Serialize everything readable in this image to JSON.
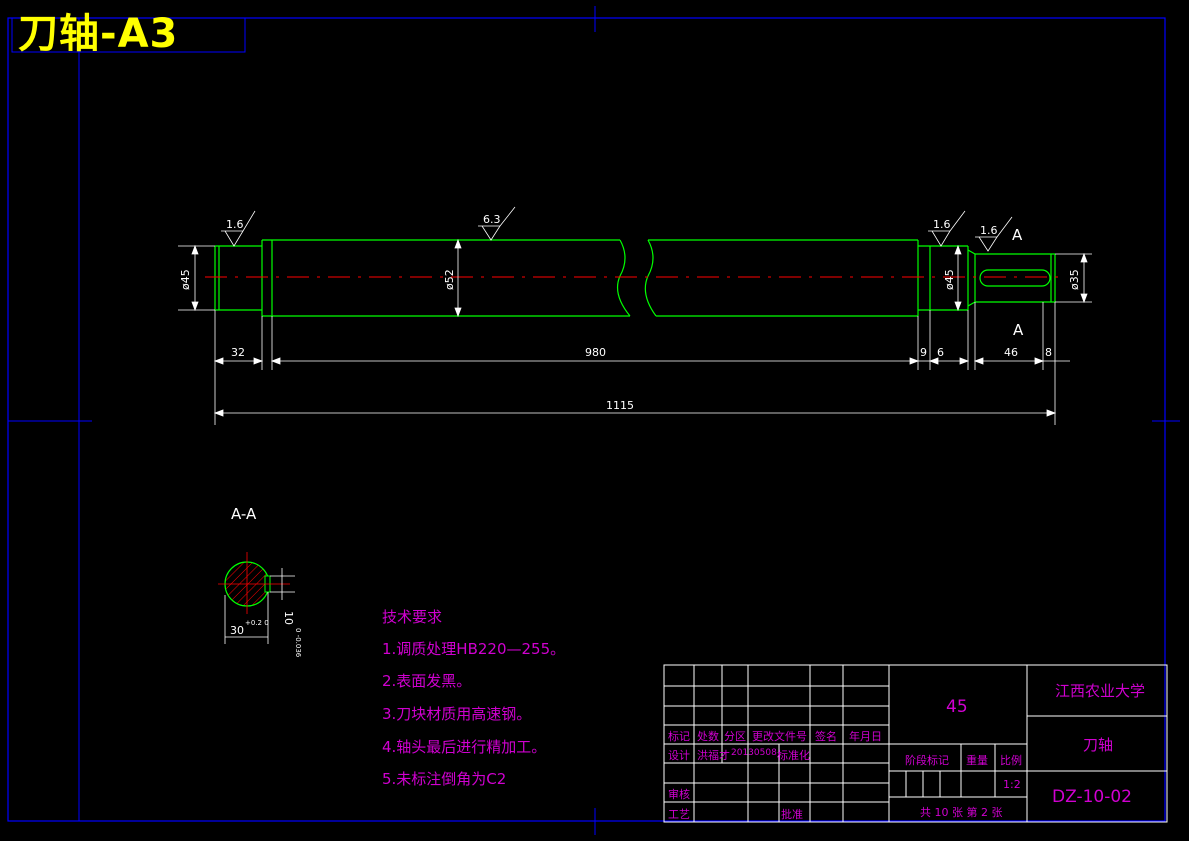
{
  "title": "刀轴-A3",
  "colors": {
    "border": "#0000ff",
    "outline": "#00ff00",
    "centerline": "#ff0000",
    "dim": "#ffffff",
    "text": "#d000d0",
    "title": "#ffff00"
  },
  "dimensions": {
    "d45_left": "ø45",
    "d52": "ø52",
    "d45_right": "ø45",
    "d35": "ø35",
    "l32": "32",
    "l980": "980",
    "l9": "9",
    "l6": "6",
    "l46": "46",
    "l8": "8",
    "l1115": "1115"
  },
  "roughness": {
    "r1": "1.6",
    "r2": "6.3",
    "r3": "1.6",
    "r4": "1.6"
  },
  "section": {
    "label_top": "A",
    "label_bottom": "A",
    "view_title": "A-A",
    "width": "30",
    "width_tol": "+0.2 0",
    "depth": "10",
    "depth_tol": "0 -0.036"
  },
  "requirements": {
    "heading": "技术要求",
    "items": [
      "1.调质处理HB220—255。",
      "2.表面发黑。",
      "3.刀块材质用高速钢。",
      "4.轴头最后进行精加工。",
      "5.未标注倒角为C2"
    ]
  },
  "title_block": {
    "headers": [
      "标记",
      "处数",
      "分区",
      "更改文件号",
      "签名",
      "年月日"
    ],
    "design_label": "设计",
    "designer": "洪福才",
    "date": "20130508",
    "standard_label": "标准化",
    "review_label": "审核",
    "process_label": "工艺",
    "approve_label": "批准",
    "material": "45",
    "stage_label": "阶段标记",
    "weight_label": "重量",
    "scale_label": "比例",
    "scale": "1:2",
    "sheets": "共 10 张 第 2 张",
    "school": "江西农业大学",
    "part_name": "刀轴",
    "drawing_no": "DZ-10-02"
  }
}
